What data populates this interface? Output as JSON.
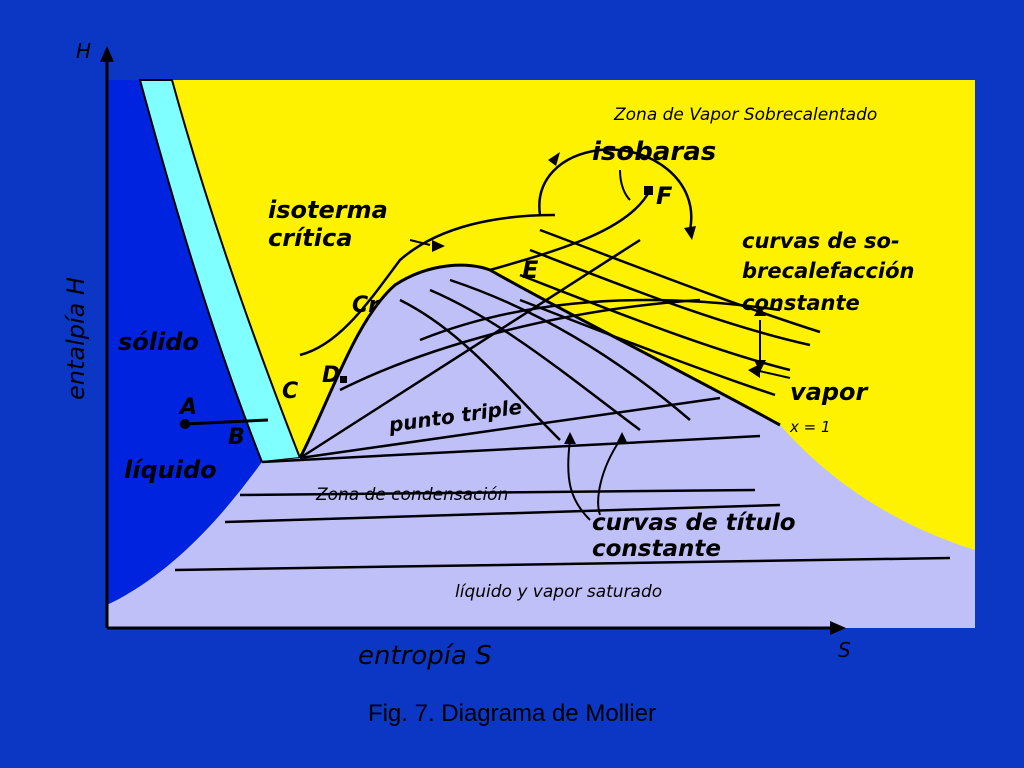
{
  "colors": {
    "background": "#0b37c4",
    "vapor_zone": "#fff200",
    "solid_zone": "#0023e0",
    "liquid_band": "#7fffff",
    "two_phase_zone": "#c0c0f8",
    "line": "#000000"
  },
  "axes": {
    "y_symbol": "H",
    "x_symbol": "S",
    "y_label": "entalpía H",
    "x_label": "entropía S"
  },
  "regions": {
    "vapor": "Zona de Vapor Sobrecalentado",
    "solid": "sólido",
    "liquid": "líquido",
    "condensation": "Zona de condensación",
    "saturated": "líquido y vapor saturado"
  },
  "annotations": {
    "isobars": "isobaras",
    "critical_isotherm_line1": "isoterma",
    "critical_isotherm_line2": "crítica",
    "superheat_line1": "curvas de so-",
    "superheat_line2": "brecalefacción",
    "superheat_line3": "constante",
    "vapor": "vapor",
    "x_one": "x = 1",
    "triple_point": "punto triple",
    "quality_line1": "curvas de título",
    "quality_line2": "constante"
  },
  "points": {
    "A": "A",
    "B": "B",
    "C": "C",
    "D": "D",
    "E": "E",
    "F": "F",
    "Cr": "Cr"
  },
  "caption": "Fig. 7. Diagrama de Mollier"
}
